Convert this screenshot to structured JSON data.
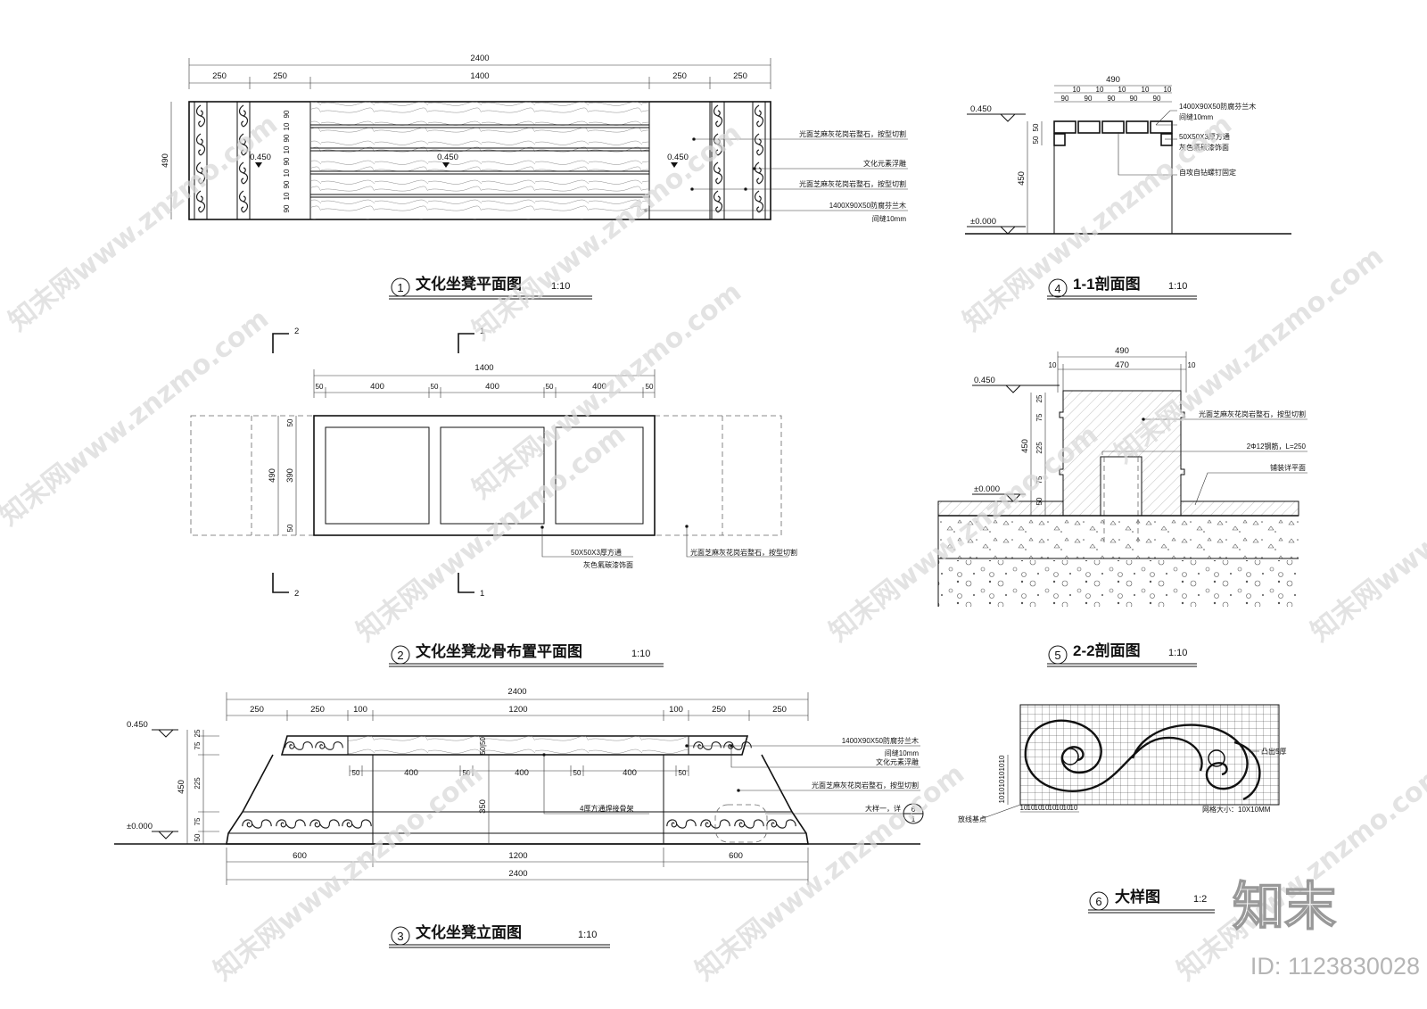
{
  "views": {
    "v1": {
      "num": "1",
      "title": "文化坐凳平面图",
      "scale": "1:10"
    },
    "v2": {
      "num": "2",
      "title": "文化坐凳龙骨布置平面图",
      "scale": "1:10"
    },
    "v3": {
      "num": "3",
      "title": "文化坐凳立面图",
      "scale": "1:10"
    },
    "v4": {
      "num": "4",
      "title": "1-1剖面图",
      "scale": "1:10"
    },
    "v5": {
      "num": "5",
      "title": "2-2剖面图",
      "scale": "1:10"
    },
    "v6": {
      "num": "6",
      "title": "大样图",
      "scale": "1:2"
    }
  },
  "plan": {
    "total": "2400",
    "segs": [
      "250",
      "250",
      "1400",
      "250",
      "250"
    ],
    "depth": "490",
    "board_dims": [
      "90",
      "10",
      "90",
      "10",
      "90",
      "10",
      "90",
      "10",
      "90"
    ],
    "level": "0.450",
    "notes": [
      "光面芝麻灰花岗岩整石，按型切割",
      "文化元素浮雕",
      "光面芝麻灰花岗岩整石，按型切割",
      "1400X90X50防腐芬兰木",
      "间缝10mm"
    ]
  },
  "frame": {
    "total": "1400",
    "segs": [
      "50",
      "400",
      "50",
      "400",
      "50",
      "400",
      "50"
    ],
    "depth": "490",
    "vsegs": [
      "50",
      "390",
      "50"
    ],
    "cut1": "1",
    "cut2": "2",
    "notes": [
      "50X50X3厚方通",
      "灰色氟碳漆饰面",
      "光面芝麻灰花岗岩整石，按型切割"
    ]
  },
  "elev": {
    "total_top": "2400",
    "top_segs": [
      "250",
      "250",
      "100",
      "1200",
      "100",
      "250",
      "250"
    ],
    "mid_segs": [
      "50",
      "400",
      "50",
      "400",
      "50",
      "400",
      "50"
    ],
    "bot_segs": [
      "600",
      "1200",
      "600"
    ],
    "total_bot": "2400",
    "vdims": [
      "25",
      "75",
      "225",
      "75",
      "50"
    ],
    "height": "450",
    "inner_vdim": "50|50",
    "leg_height": "350",
    "level_top": "0.450",
    "level_bot": "±0.000",
    "notes": [
      "1400X90X50防腐芬兰木",
      "间缝10mm",
      "文化元素浮雕",
      "光面芝麻灰花岗岩整石，按型切割",
      "4厚方通焊接骨架",
      "大样一，详"
    ],
    "detail_ref": "6",
    "detail_sheet": "1"
  },
  "sec1": {
    "total": "490",
    "top_dims": [
      "10",
      "10",
      "10",
      "10",
      "10"
    ],
    "board_dims": [
      "90",
      "90",
      "90",
      "90",
      "90"
    ],
    "vdims": [
      "50",
      "50",
      "450"
    ],
    "level_top": "0.450",
    "level_bot": "±0.000",
    "notes": [
      "1400X90X50防腐芬兰木",
      "间缝10mm",
      "50X50X3厚方通",
      "灰色氟碳漆饰面",
      "自攻自钻螺钉固定"
    ]
  },
  "sec2": {
    "total": "490",
    "sub": [
      "10",
      "470",
      "10"
    ],
    "vdims": [
      "25",
      "75",
      "225",
      "75",
      "50"
    ],
    "height": "450",
    "level_top": "0.450",
    "level_bot": "±0.000",
    "notes": [
      "光面芝麻灰花岗岩整石，按型切割",
      "2Φ12钢筋，L=250",
      "铺装详平面"
    ]
  },
  "detail": {
    "left_dims": [
      "10",
      "10",
      "10",
      "10",
      "10",
      "10"
    ],
    "bottom_dims": [
      "10",
      "10",
      "10",
      "10",
      "10",
      "10",
      "10",
      "10"
    ],
    "notes": [
      "凸出5厚",
      "放线基点",
      "网格大小：10X10MM"
    ]
  },
  "brand": {
    "logo": "知末",
    "id": "ID: 1123830028"
  },
  "watermarks": [
    "知末网www.znzmo.com",
    "知末网www.znzmo.com",
    "知末网www.znzmo.com",
    "知末网www.znzmo.com",
    "知末网www.znzmo.com",
    "知末网www.znzmo.com",
    "知末网www.znzmo.com",
    "知末网www.znzmo.com",
    "知末网www.znzmo.com",
    "知末网www.znzmo.com",
    "知末网www.znzmo.com",
    "知末网www.znzmo.com"
  ]
}
